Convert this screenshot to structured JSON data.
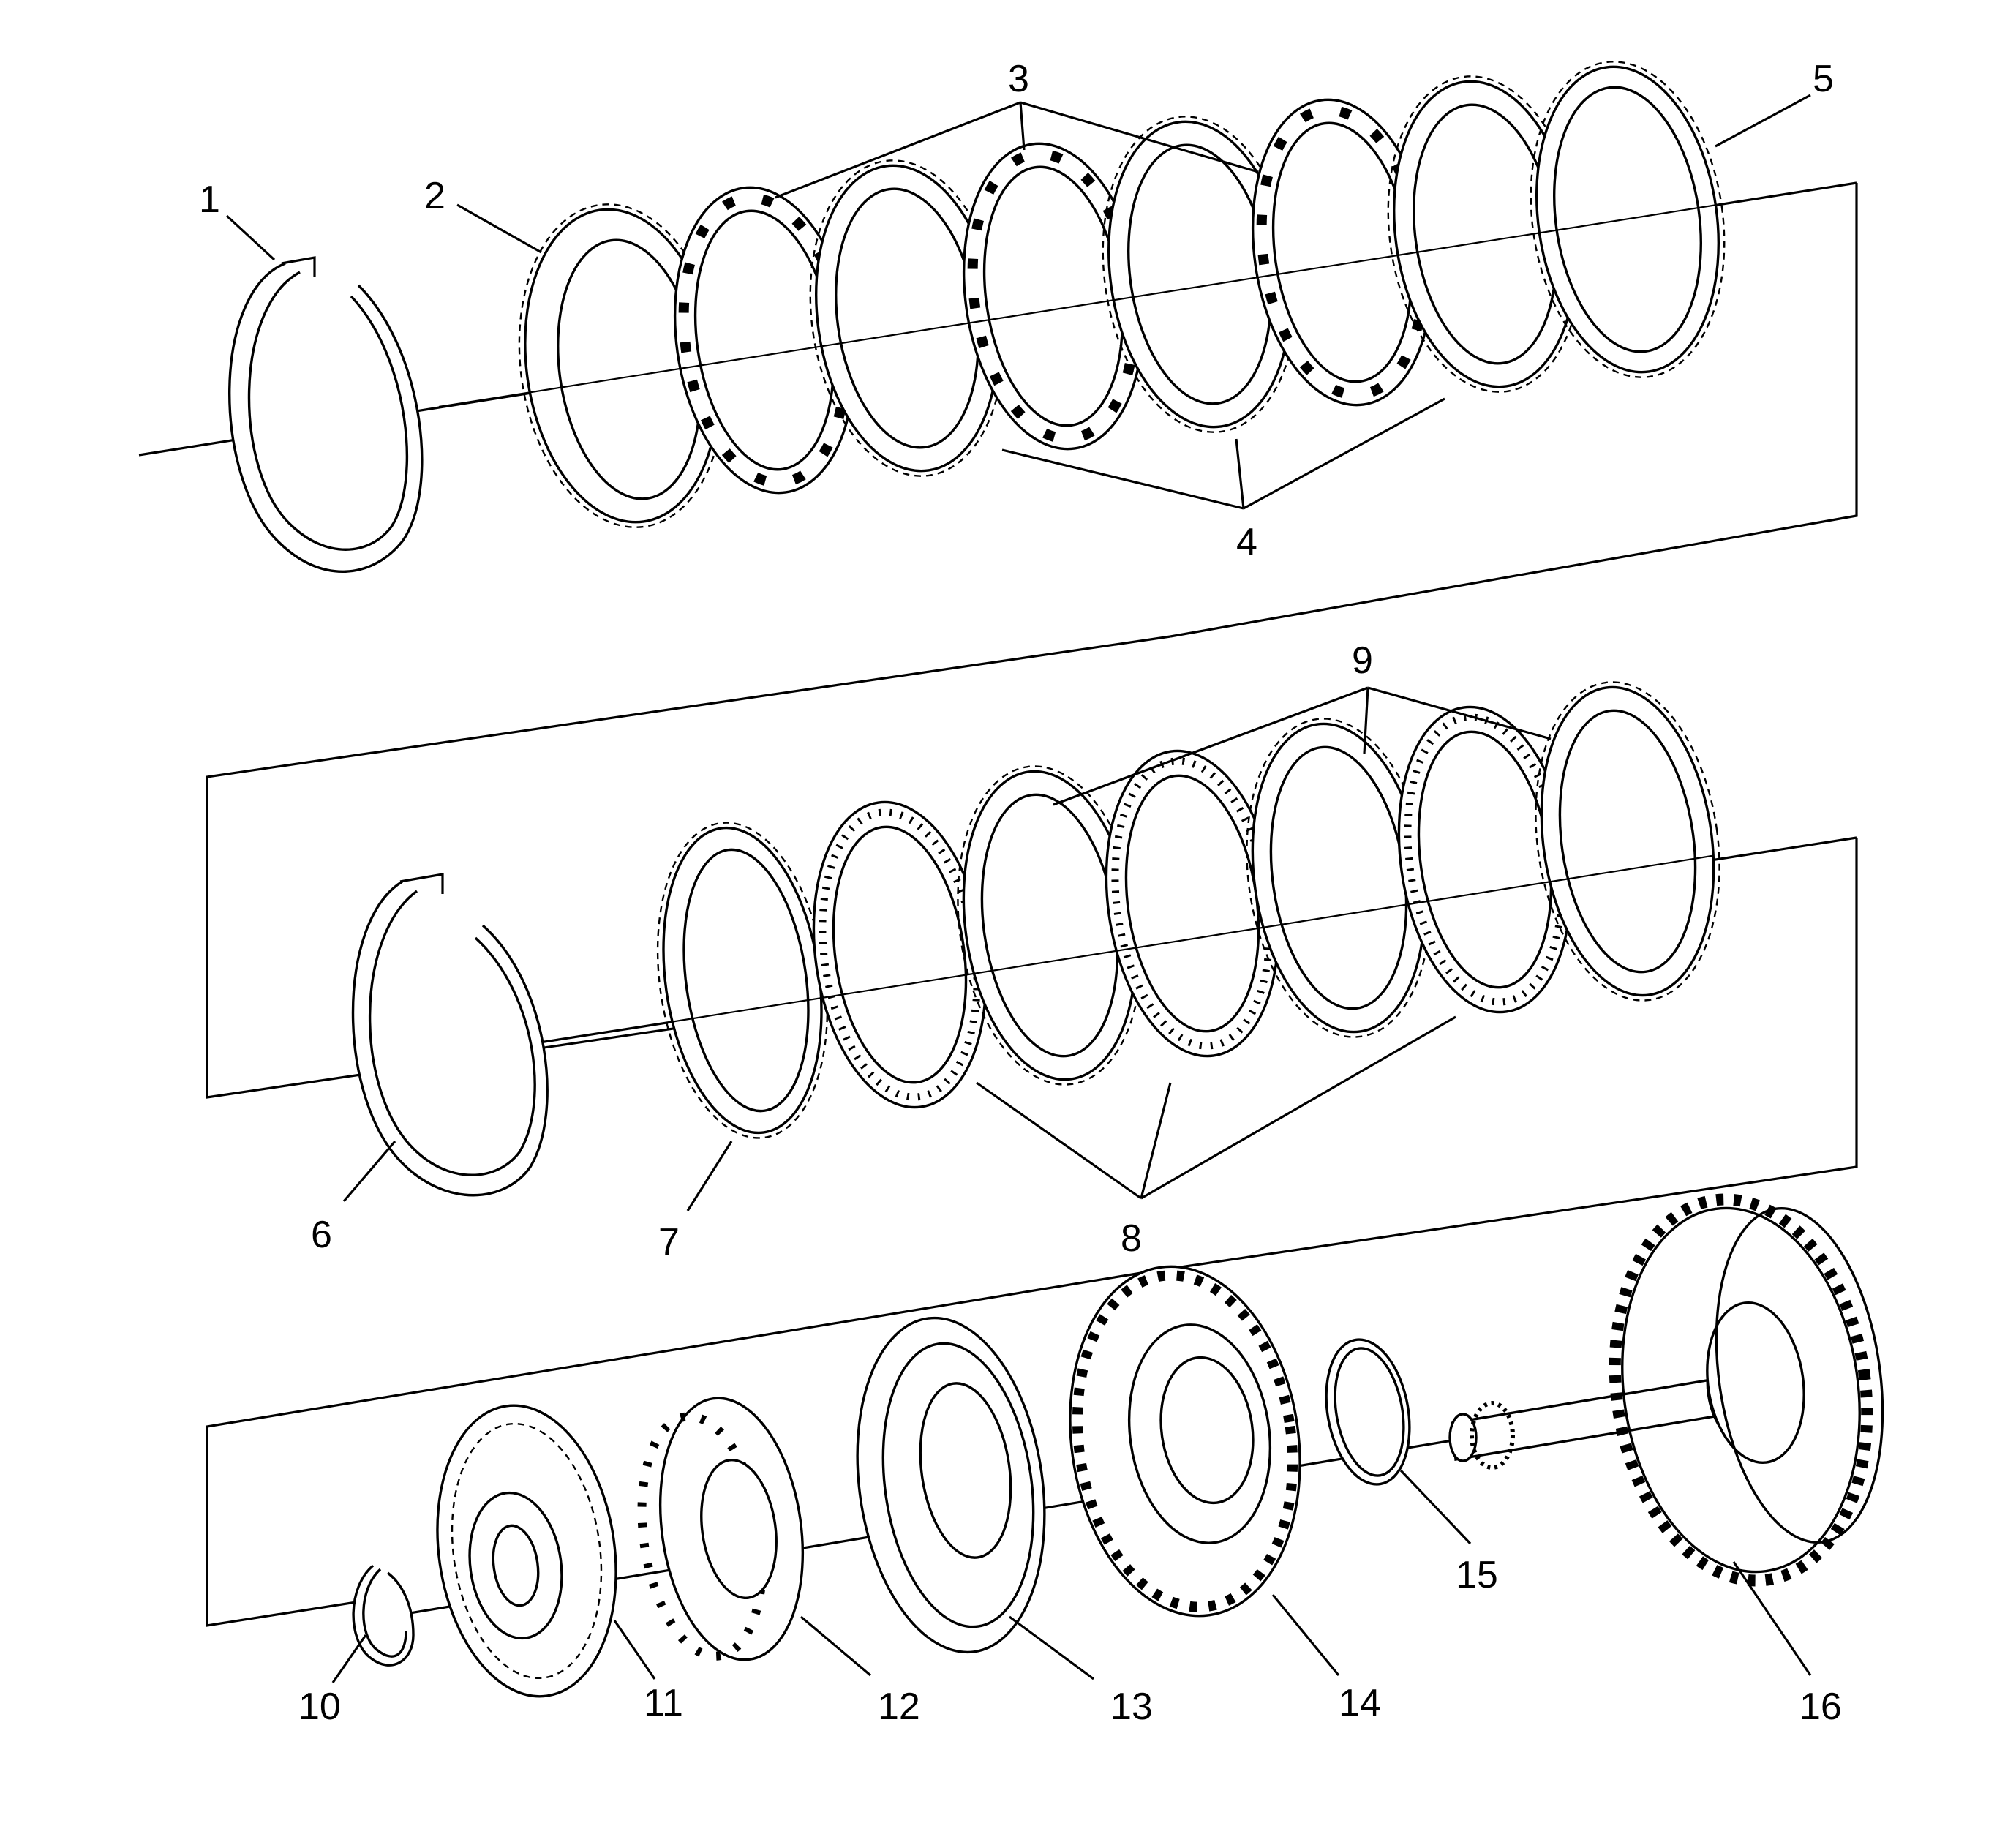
{
  "diagram": {
    "callouts": [
      {
        "id": "c1",
        "label": "1"
      },
      {
        "id": "c2",
        "label": "2"
      },
      {
        "id": "c3",
        "label": "3"
      },
      {
        "id": "c4",
        "label": "4"
      },
      {
        "id": "c5",
        "label": "5"
      },
      {
        "id": "c6",
        "label": "6"
      },
      {
        "id": "c7",
        "label": "7"
      },
      {
        "id": "c8",
        "label": "8"
      },
      {
        "id": "c9",
        "label": "9"
      },
      {
        "id": "c10",
        "label": "10"
      },
      {
        "id": "c11",
        "label": "11"
      },
      {
        "id": "c12",
        "label": "12"
      },
      {
        "id": "c13",
        "label": "13"
      },
      {
        "id": "c14",
        "label": "14"
      },
      {
        "id": "c15",
        "label": "15"
      },
      {
        "id": "c16",
        "label": "16"
      }
    ],
    "colors": {
      "stroke": "#000000",
      "background": "#ffffff"
    }
  }
}
